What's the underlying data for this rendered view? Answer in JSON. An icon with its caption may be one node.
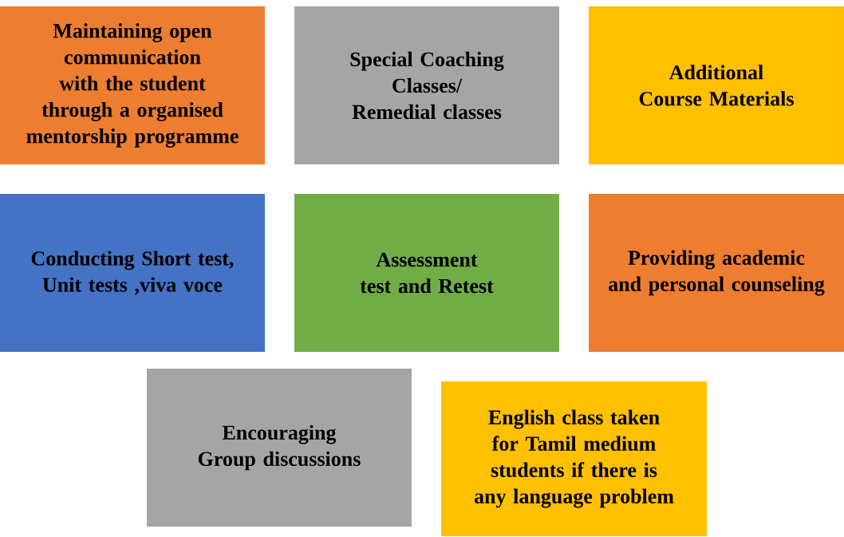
{
  "diagram": {
    "nodes": [
      {
        "text": [
          "Maintaining open communication with the student through a organised mentorship programme"
        ]
      },
      {
        "text": [
          "Special Coaching Classes/ Remedial classes"
        ]
      },
      {
        "text": [
          "Additional Course Materials"
        ]
      },
      {
        "text": [
          "Conducting Short test, Unit tests ,viva voce"
        ]
      },
      {
        "text": [
          "Assessment test and Retest"
        ]
      },
      {
        "text": [
          "Providing academic and personal counseling"
        ]
      },
      {
        "text": [
          "Encouraging Group discussions"
        ]
      },
      {
        "text": [
          "English class taken for Tamil medium students if there is any language problem"
        ]
      }
    ]
  }
}
